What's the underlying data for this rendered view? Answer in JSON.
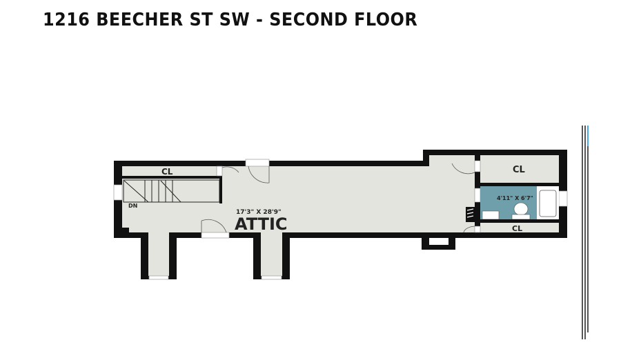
{
  "title": "1216 BEECHER ST SW - SECOND FLOOR",
  "rooms": {
    "attic": {
      "name": "ATTIC",
      "dimensions": "17'3\" X 28'9\""
    },
    "closet_top_left": "CL",
    "closet_top_right": "CL",
    "closet_bottom_right": "CL",
    "bathroom": {
      "dimensions": "4'11\" X 6'7\""
    },
    "stairs_label": "DN"
  },
  "colors": {
    "wall": "#111111",
    "floor": "#e4e4de",
    "bathroom": "#6f9faa",
    "disclaimer": "#444444"
  }
}
